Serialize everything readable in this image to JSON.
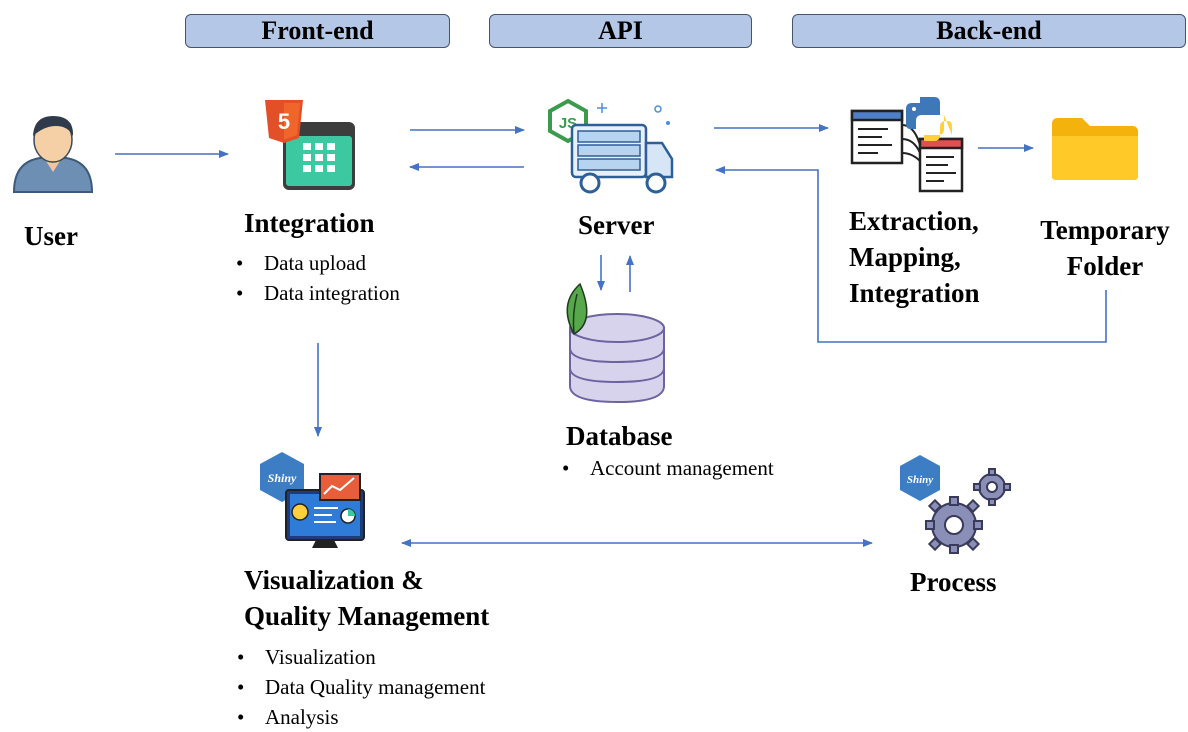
{
  "headers": {
    "frontend": "Front-end",
    "api": "API",
    "backend": "Back-end"
  },
  "nodes": {
    "user": {
      "label": "User"
    },
    "integration": {
      "label": "Integration",
      "bullets": [
        "Data upload",
        "Data integration"
      ]
    },
    "server": {
      "label": "Server"
    },
    "database": {
      "label": "Database",
      "bullets": [
        "Account management"
      ]
    },
    "extraction": {
      "label_lines": [
        "Extraction,",
        "Mapping,",
        "Integration"
      ]
    },
    "temp_folder": {
      "label_lines": [
        "Temporary",
        "Folder"
      ]
    },
    "visualization": {
      "label_lines": [
        "Visualization &",
        "Quality Management"
      ],
      "bullets": [
        "Visualization",
        "Data Quality management",
        "Analysis"
      ]
    },
    "process": {
      "label": "Process"
    }
  },
  "badges": {
    "html5": "5",
    "nodejs": "JS",
    "shiny": "Shiny"
  },
  "colors": {
    "arrow": "#4472c4",
    "header_fill": "#b4c7e7",
    "header_border": "#44546a"
  }
}
